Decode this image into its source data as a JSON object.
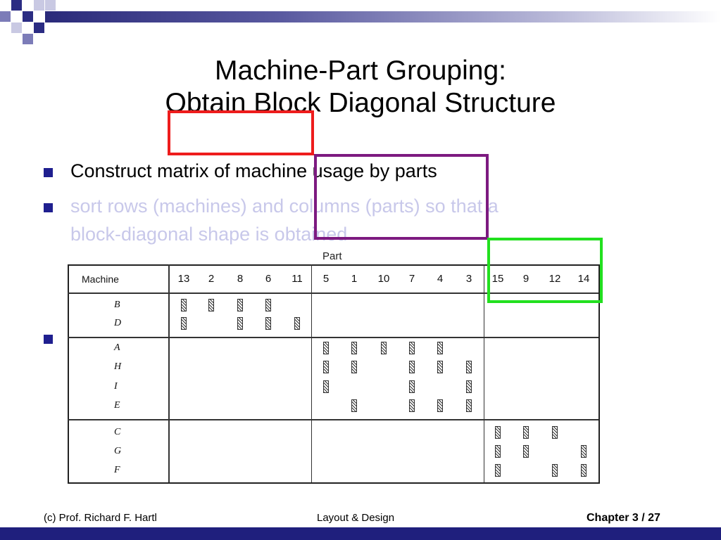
{
  "slide": {
    "title_line1": "Machine-Part Grouping:",
    "title_line2": "Obtain Block Diagonal Structure",
    "bullets": [
      {
        "text": "Construct matrix of machine usage by parts",
        "color": "#000000"
      },
      {
        "text_line1": "sort rows (machines) and columns (parts) so that a",
        "text_line2": "block-diagonal shape is obtained",
        "color": "#c8c8ea"
      }
    ]
  },
  "matrix": {
    "part_label": "Part",
    "machine_header": "Machine",
    "columns": [
      "13",
      "2",
      "8",
      "6",
      "11",
      "5",
      "1",
      "10",
      "7",
      "4",
      "3",
      "15",
      "9",
      "12",
      "14"
    ],
    "groups": [
      {
        "rows": [
          {
            "machine": "B",
            "parts": [
              "13",
              "2",
              "8",
              "6"
            ]
          },
          {
            "machine": "D",
            "parts": [
              "13",
              "8",
              "6",
              "11"
            ]
          }
        ]
      },
      {
        "rows": [
          {
            "machine": "A",
            "parts": [
              "5",
              "1",
              "10",
              "7",
              "4"
            ]
          },
          {
            "machine": "H",
            "parts": [
              "5",
              "1",
              "7",
              "4",
              "3"
            ]
          },
          {
            "machine": "I",
            "parts": [
              "5",
              "7",
              "3"
            ]
          },
          {
            "machine": "E",
            "parts": [
              "1",
              "7",
              "4",
              "3"
            ]
          }
        ]
      },
      {
        "rows": [
          {
            "machine": "C",
            "parts": [
              "15",
              "9",
              "12"
            ]
          },
          {
            "machine": "G",
            "parts": [
              "15",
              "9",
              "14"
            ]
          },
          {
            "machine": "F",
            "parts": [
              "15",
              "12",
              "14"
            ]
          }
        ]
      }
    ]
  },
  "footer": {
    "left": "(c) Prof. Richard F. Hartl",
    "center": "Layout & Design",
    "right": "Chapter 3 / 27"
  },
  "colors": {
    "bullet": "#1f1f8f",
    "overlay_red": "#ee1c1c",
    "overlay_purple": "#7d1a80",
    "overlay_green": "#22e01f",
    "footer_bar": "#1f1f7d"
  }
}
